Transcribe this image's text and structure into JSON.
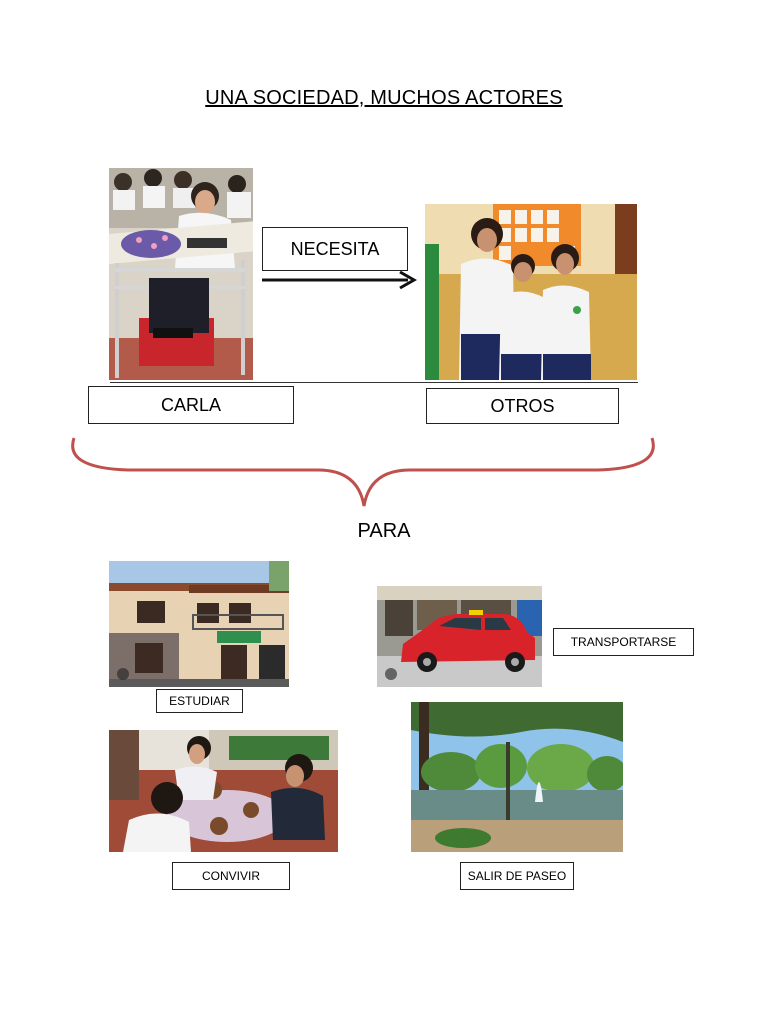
{
  "title": "UNA SOCIEDAD, MUCHOS ACTORES",
  "top": {
    "relation_label": "NECESITA",
    "left_label": "CARLA",
    "right_label": "OTROS"
  },
  "connector_label": "PARA",
  "activities": {
    "estudiar": "ESTUDIAR",
    "transportarse": "TRANSPORTARSE",
    "convivir": "CONVIVIR",
    "salir": "SALIR DE PASEO"
  },
  "colors": {
    "brace": "#c0504d",
    "taxi": "#d8232a"
  }
}
